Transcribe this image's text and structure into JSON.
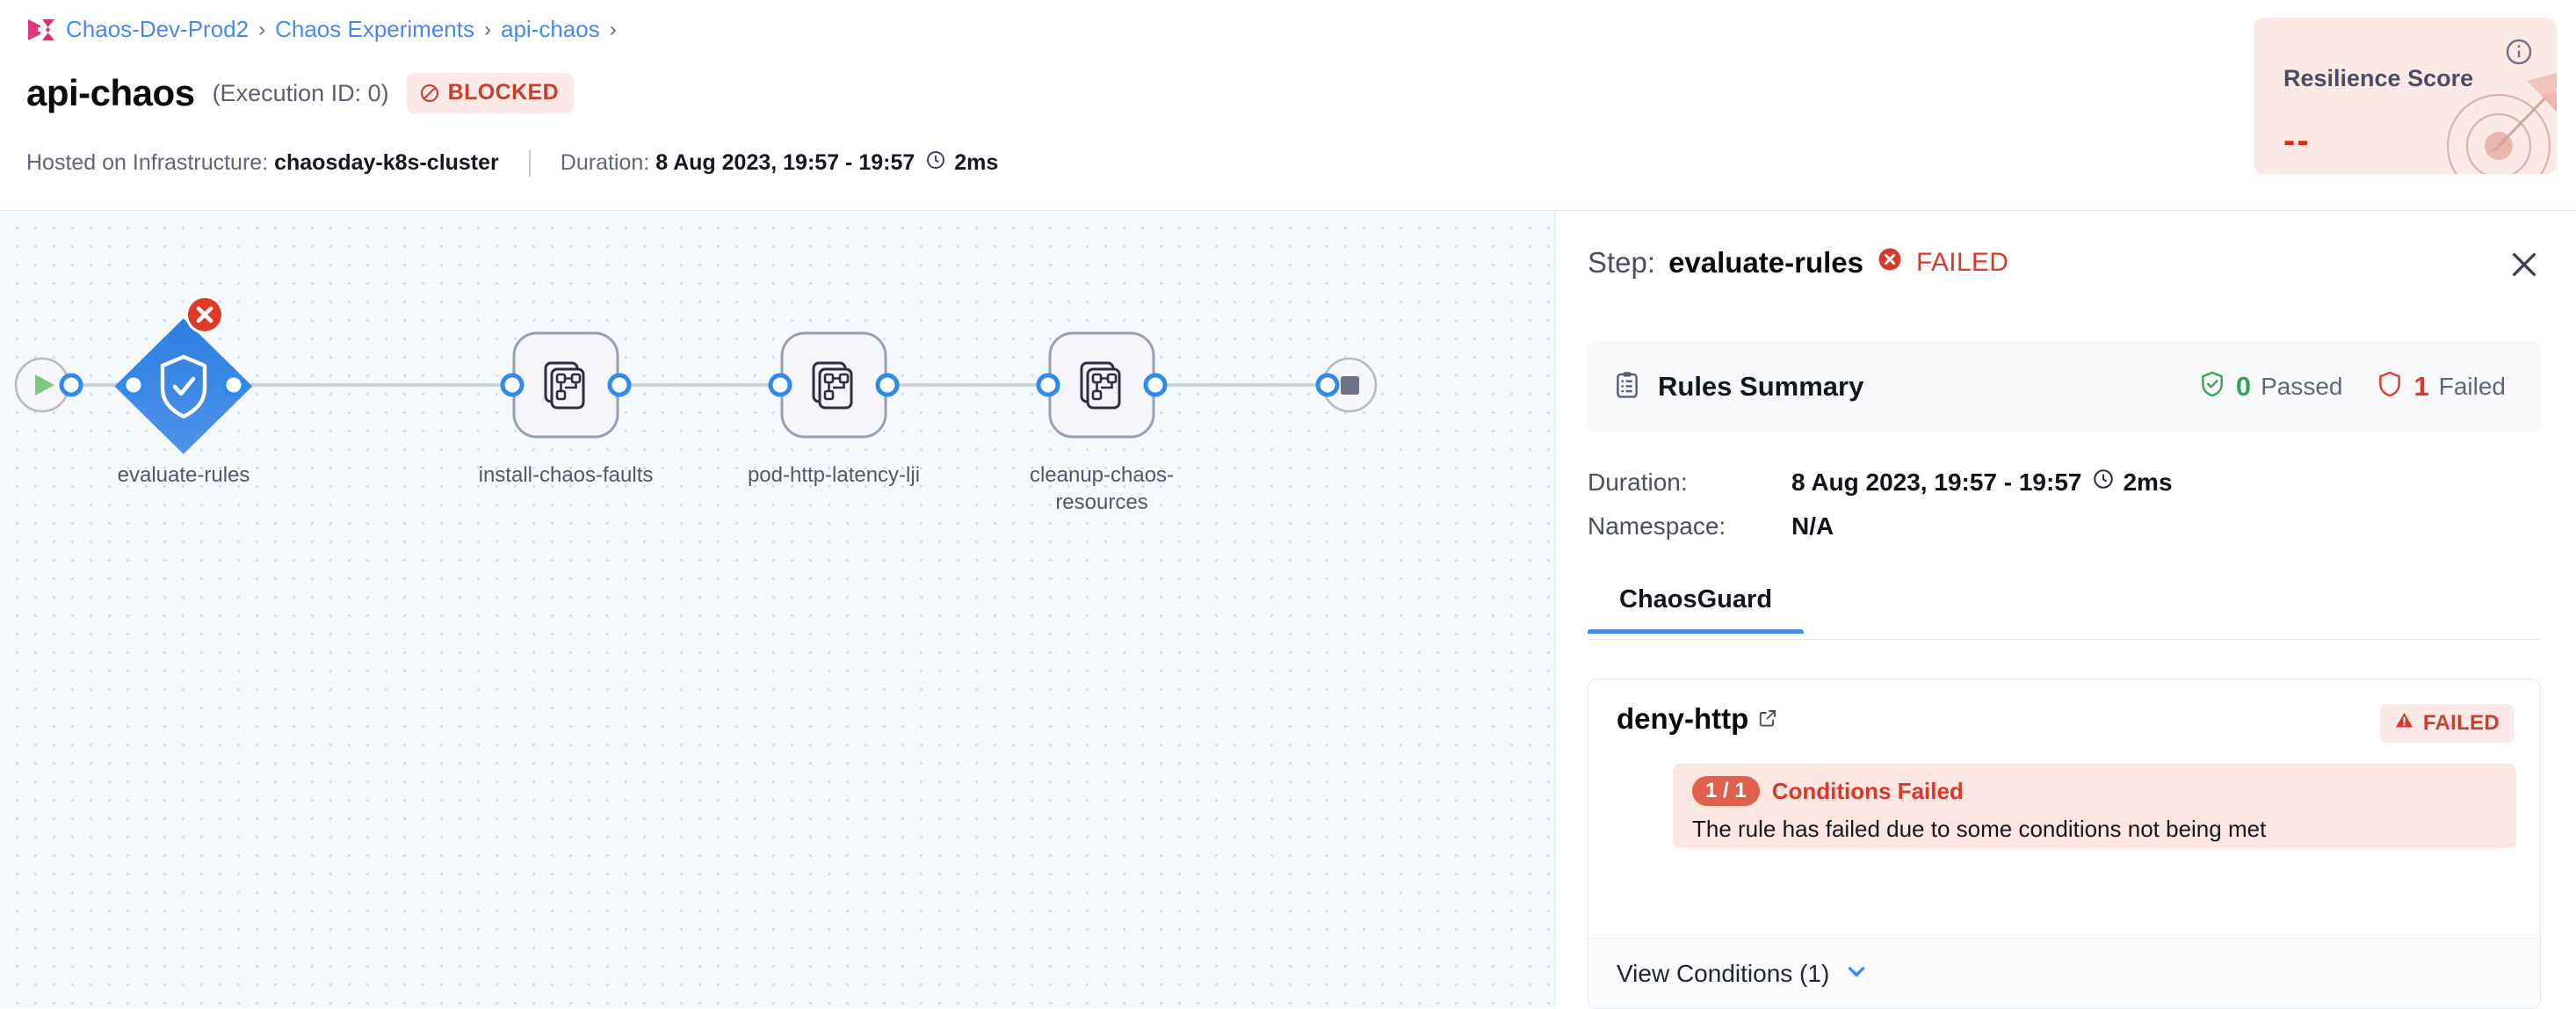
{
  "breadcrumb": {
    "logo_icon": "harness-logo-icon",
    "items": [
      "Chaos-Dev-Prod2",
      "Chaos Experiments",
      "api-chaos"
    ],
    "separator": "›",
    "trailing_separator": "›"
  },
  "header": {
    "title": "api-chaos",
    "execution_id": "(Execution ID: 0)",
    "status_badge": {
      "label": "BLOCKED",
      "icon": "blocked-circle-icon",
      "color": "#c7402d",
      "bg": "#fbe9e7"
    },
    "meta": {
      "infrastructure_label": "Hosted on Infrastructure:",
      "infrastructure_value": "chaosday-k8s-cluster",
      "duration_label": "Duration:",
      "duration_value": "8 Aug 2023, 19:57 - 19:57",
      "duration_clock_icon": "clock-icon",
      "duration_elapsed": "2ms"
    },
    "resilience": {
      "title": "Resilience Score",
      "value": "--",
      "info_icon": "info-circle-icon",
      "bg": "#fbe9e6",
      "value_color": "#dc2a19"
    }
  },
  "canvas": {
    "start_node": {
      "name": "start-node",
      "icon": "play-icon"
    },
    "end_node": {
      "name": "end-node",
      "icon": "stop-square-icon"
    },
    "nodes": [
      {
        "id": "evaluate-rules",
        "label": "evaluate-rules",
        "shape": "diamond",
        "icon": "shield-check-icon",
        "status": "failed",
        "status_icon": "error-x-icon"
      },
      {
        "id": "install-chaos-faults",
        "label": "install-chaos-faults",
        "shape": "rounded-box",
        "icon": "chaos-fault-icon",
        "status": "none"
      },
      {
        "id": "pod-http-latency-lji",
        "label": "pod-http-latency-lji",
        "shape": "rounded-box",
        "icon": "chaos-fault-icon",
        "status": "none"
      },
      {
        "id": "cleanup-chaos-resources",
        "label": "cleanup-chaos-resources",
        "shape": "rounded-box",
        "icon": "chaos-fault-icon",
        "status": "none"
      }
    ]
  },
  "panel": {
    "title_prefix": "Step:",
    "step_name": "evaluate-rules",
    "status": "FAILED",
    "status_icon": "error-x-icon",
    "close_icon": "close-icon",
    "rules_summary": {
      "icon": "clipboard-list-icon",
      "title": "Rules Summary",
      "passed_count": "0",
      "passed_label": "Passed",
      "passed_icon": "shield-check-icon",
      "failed_count": "1",
      "failed_label": "Failed",
      "failed_icon": "shield-outline-icon"
    },
    "details": [
      {
        "key": "Duration:",
        "value": "8 Aug 2023, 19:57 - 19:57",
        "icon": "clock-icon",
        "suffix": "2ms"
      },
      {
        "key": "Namespace:",
        "value": "N/A",
        "icon": "",
        "suffix": ""
      }
    ],
    "tabs": [
      {
        "label": "ChaosGuard",
        "active": true
      }
    ],
    "rule": {
      "name": "deny-http",
      "external_link_icon": "external-link-icon",
      "badge": {
        "label": "FAILED",
        "icon": "warning-triangle-icon"
      },
      "conditions": {
        "pill": "1 / 1",
        "headline": "Conditions Failed",
        "description": "The rule has failed due to some conditions not being met"
      },
      "footer": {
        "label": "View Conditions (1)",
        "chevron_icon": "chevron-down-icon"
      }
    }
  }
}
